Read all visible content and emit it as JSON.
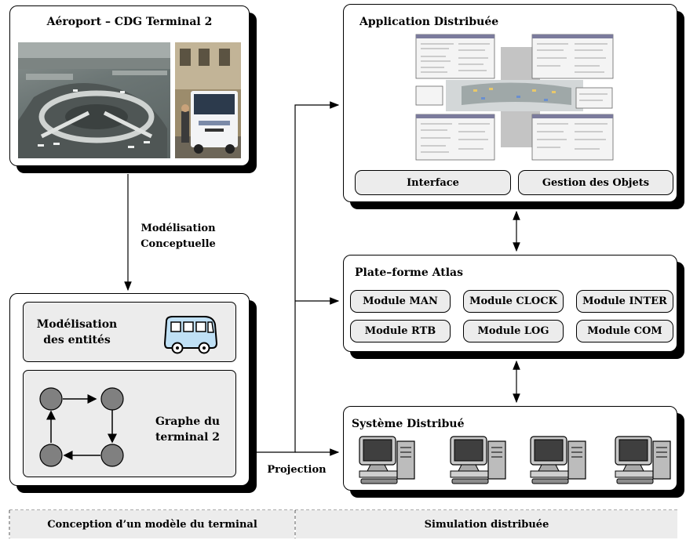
{
  "airport": {
    "title": "Aéroport – CDG Terminal 2"
  },
  "modeling_arrow": {
    "line1": "Modélisation",
    "line2": "Conceptuelle"
  },
  "model": {
    "entities_line1": "Modélisation",
    "entities_line2": "des entités",
    "graph_line1": "Graphe du",
    "graph_line2": "terminal 2"
  },
  "projection_label": "Projection",
  "app": {
    "title": "Application Distribuée",
    "interface": "Interface",
    "objects": "Gestion des Objets"
  },
  "atlas": {
    "title": "Plate–forme Atlas",
    "modules": [
      "Module MAN",
      "Module CLOCK",
      "Module INTER",
      "Module RTB",
      "Module LOG",
      "Module COM"
    ]
  },
  "system": {
    "title": "Système Distribué"
  },
  "footer": {
    "left": "Conception d’un modèle du terminal",
    "right": "Simulation distribuée"
  },
  "colors": {
    "shadow": "#000000",
    "box_fill": "#ececec",
    "node_fill": "#808080",
    "bus": "#bfe0f5"
  }
}
